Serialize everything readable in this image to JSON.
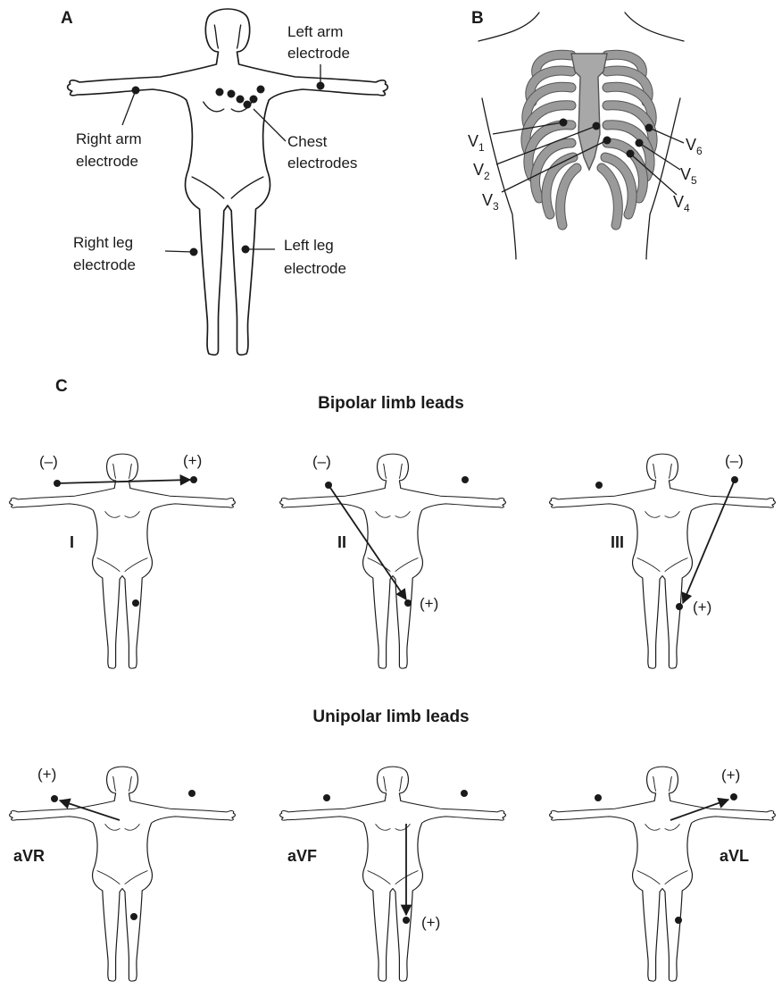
{
  "panels": {
    "a": "A",
    "b": "B",
    "c": "C"
  },
  "panel_a": {
    "left_arm": [
      "Left arm",
      "electrode"
    ],
    "right_arm": [
      "Right arm",
      "electrode"
    ],
    "chest": [
      "Chest",
      "electrodes"
    ],
    "right_leg": [
      "Right leg",
      "electrode"
    ],
    "left_leg": [
      "Left leg",
      "electrode"
    ]
  },
  "panel_b": {
    "v_prefix": "V",
    "leads": [
      "1",
      "2",
      "3",
      "4",
      "5",
      "6"
    ]
  },
  "panel_c": {
    "bipolar_heading": "Bipolar limb leads",
    "unipolar_heading": "Unipolar limb leads",
    "negative": "(–)",
    "positive": "(+)",
    "bipolar_leads": [
      "I",
      "II",
      "III"
    ],
    "unipolar_leads": [
      "aVR",
      "aVF",
      "aVL"
    ]
  }
}
